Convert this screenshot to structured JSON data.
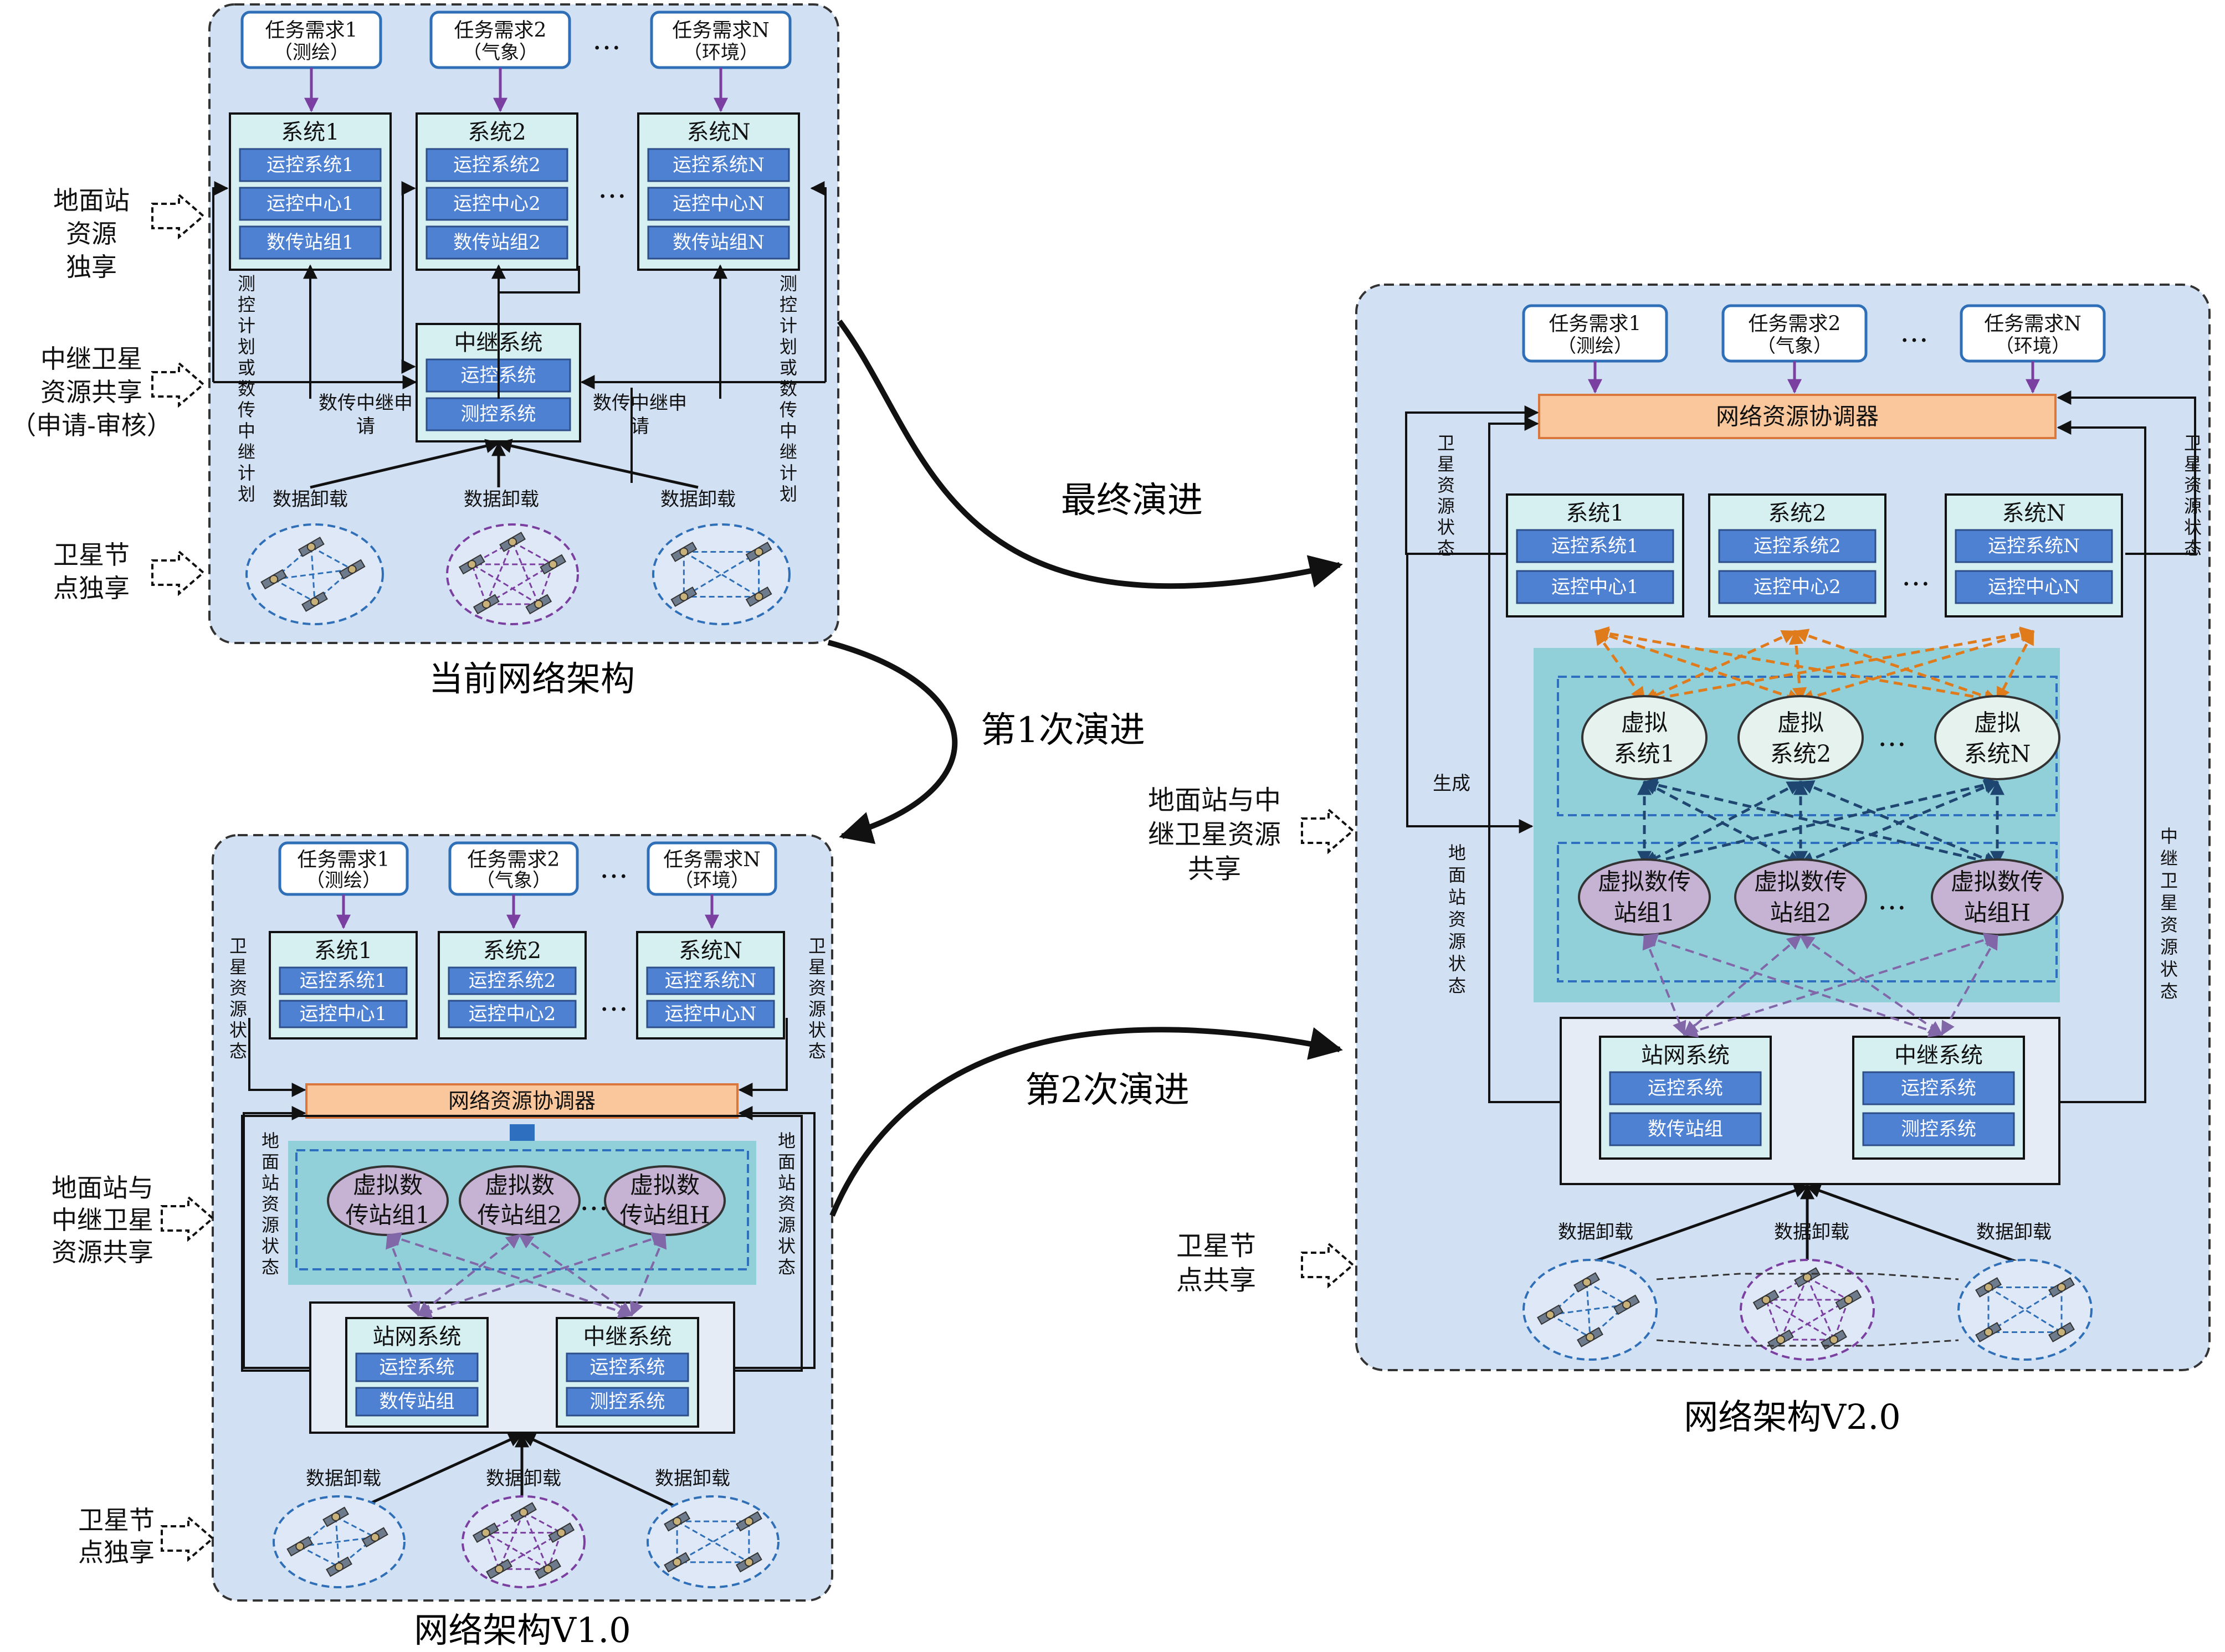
{
  "common": {
    "task_demands": [
      {
        "title": "任务需求1",
        "sub": "（测绘）"
      },
      {
        "title": "任务需求2",
        "sub": "（气象）"
      },
      {
        "title": "任务需求N",
        "sub": "（环境）"
      }
    ],
    "ellipsis": "…",
    "data_offload": "数据卸载"
  },
  "current": {
    "caption": "当前网络架构",
    "systems": [
      {
        "title": "系统1",
        "rows": [
          "运控系统1",
          "运控中心1",
          "数传站组1"
        ]
      },
      {
        "title": "系统2",
        "rows": [
          "运控系统2",
          "运控中心2",
          "数传站组2"
        ]
      },
      {
        "title": "系统N",
        "rows": [
          "运控系统N",
          "运控中心N",
          "数传站组N"
        ]
      }
    ],
    "relay": {
      "title": "中继系统",
      "rows": [
        "运控系统",
        "测控系统"
      ]
    },
    "left_vertical": [
      "测",
      "控",
      "计",
      "划",
      "或",
      "数",
      "传",
      "中",
      "继",
      "计",
      "划"
    ],
    "right_vertical": [
      "测",
      "控",
      "计",
      "划",
      "或",
      "数",
      "传",
      "中",
      "继",
      "计",
      "划"
    ],
    "relay_apply_left": [
      "数传中继申",
      "请"
    ],
    "relay_apply_right": [
      "数传中继申",
      "请"
    ],
    "side_labels": [
      [
        "地面站",
        "资源",
        "独享"
      ],
      [
        "中继卫星",
        "资源共享",
        "（申请-审核）"
      ],
      [
        "卫星节",
        "点独享"
      ]
    ]
  },
  "v1": {
    "caption": "网络架构V1.0",
    "systems": [
      {
        "title": "系统1",
        "rows": [
          "运控系统1",
          "运控中心1"
        ]
      },
      {
        "title": "系统2",
        "rows": [
          "运控系统2",
          "运控中心2"
        ]
      },
      {
        "title": "系统N",
        "rows": [
          "运控系统N",
          "运控中心N"
        ]
      }
    ],
    "coordinator": "网络资源协调器",
    "virtual_groups": [
      [
        "虚拟数",
        "传站组1"
      ],
      [
        "虚拟数",
        "传站组2"
      ],
      [
        "虚拟数",
        "传站组H"
      ]
    ],
    "station_net": {
      "title": "站网系统",
      "rows": [
        "运控系统",
        "数传站组"
      ]
    },
    "relay": {
      "title": "中继系统",
      "rows": [
        "运控系统",
        "测控系统"
      ]
    },
    "sat_state": [
      "卫",
      "星",
      "资",
      "源",
      "状",
      "态"
    ],
    "ground_state": [
      "地",
      "面",
      "站",
      "资",
      "源",
      "状",
      "态"
    ],
    "side_labels": [
      [
        "地面站与",
        "中继卫星",
        "资源共享"
      ],
      [
        "卫星节",
        "点独享"
      ]
    ]
  },
  "v2": {
    "caption": "网络架构V2.0",
    "systems": [
      {
        "title": "系统1",
        "rows": [
          "运控系统1",
          "运控中心1"
        ]
      },
      {
        "title": "系统2",
        "rows": [
          "运控系统2",
          "运控中心2"
        ]
      },
      {
        "title": "系统N",
        "rows": [
          "运控系统N",
          "运控中心N"
        ]
      }
    ],
    "coordinator": "网络资源协调器",
    "virtual_systems": [
      [
        "虚拟",
        "系统1"
      ],
      [
        "虚拟",
        "系统2"
      ],
      [
        "虚拟",
        "系统N"
      ]
    ],
    "virtual_groups": [
      [
        "虚拟数传",
        "站组1"
      ],
      [
        "虚拟数传",
        "站组2"
      ],
      [
        "虚拟数传",
        "站组H"
      ]
    ],
    "station_net": {
      "title": "站网系统",
      "rows": [
        "运控系统",
        "数传站组"
      ]
    },
    "relay": {
      "title": "中继系统",
      "rows": [
        "运控系统",
        "测控系统"
      ]
    },
    "sat_state": [
      "卫",
      "星",
      "资",
      "源",
      "状",
      "态"
    ],
    "ground_state": [
      "地",
      "面",
      "站",
      "资",
      "源",
      "状",
      "态"
    ],
    "relay_state": [
      "中",
      "继",
      "卫",
      "星",
      "资",
      "源",
      "状",
      "态"
    ],
    "generate": "生成",
    "side_labels": [
      [
        "地面站与中",
        "继卫星资源",
        "共享"
      ],
      [
        "卫星节",
        "点共享"
      ]
    ]
  },
  "evolution": {
    "first": "第1次演进",
    "second": "第2次演进",
    "final": "最终演进"
  },
  "colors": {
    "panel": "#d2e0f3",
    "header": "#d6f0f2",
    "blue_box": "#4f81d3",
    "coordinator": "#fac79c",
    "virtual_area": "#91cfd9",
    "virtual_ellipse": "#c6b3d3",
    "arrow_purple": "#7a3fa0",
    "arrow_orange": "#e07b1c",
    "arrow_navy": "#1f4670"
  }
}
